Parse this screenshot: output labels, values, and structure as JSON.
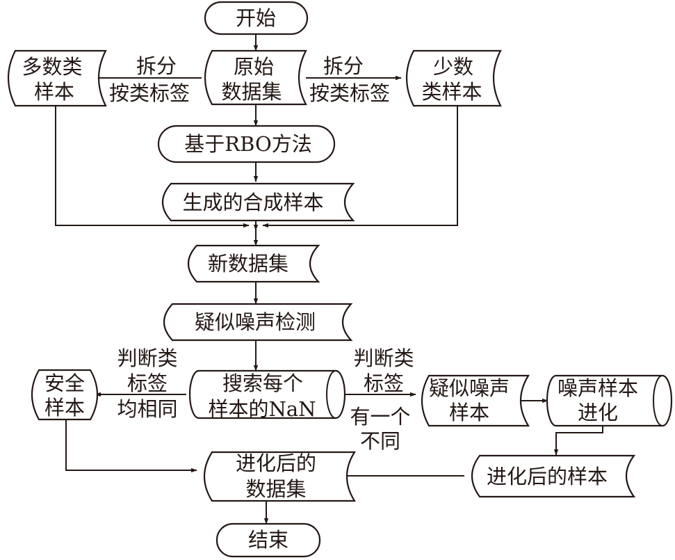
{
  "nodes": {
    "start": "开始",
    "raw_data_l1": "原始",
    "raw_data_l2": "数据集",
    "majority_l1": "多数类",
    "majority_l2": "样本",
    "minority_l1": "少数",
    "minority_l2": "类样本",
    "rbo_method": "基于RBO方法",
    "synthetic": "生成的合成样本",
    "new_dataset": "新数据集",
    "noise_detect": "疑似噪声检测",
    "search_nan_l1": "搜索每个",
    "search_nan_l2": "样本的NaN",
    "safe_l1": "安全",
    "safe_l2": "样本",
    "suspect_l1": "疑似噪声",
    "suspect_l2": "样本",
    "evolve_l1": "噪声样本",
    "evolve_l2": "进化",
    "evolved_samples": "进化后的样本",
    "evolved_dataset_l1": "进化后的",
    "evolved_dataset_l2": "数据集",
    "end": "结束"
  },
  "edges": {
    "split_left_l1": "拆分",
    "split_left_l2": "按类标签",
    "split_right_l1": "拆分",
    "split_right_l2": "按类标签",
    "same_l1": "判断类",
    "same_l2": "标签",
    "same_l3": "均相同",
    "diff_top_l1": "判断类",
    "diff_top_l2": "标签",
    "diff_bottom_l1": "有一个",
    "diff_bottom_l2": "不同"
  }
}
